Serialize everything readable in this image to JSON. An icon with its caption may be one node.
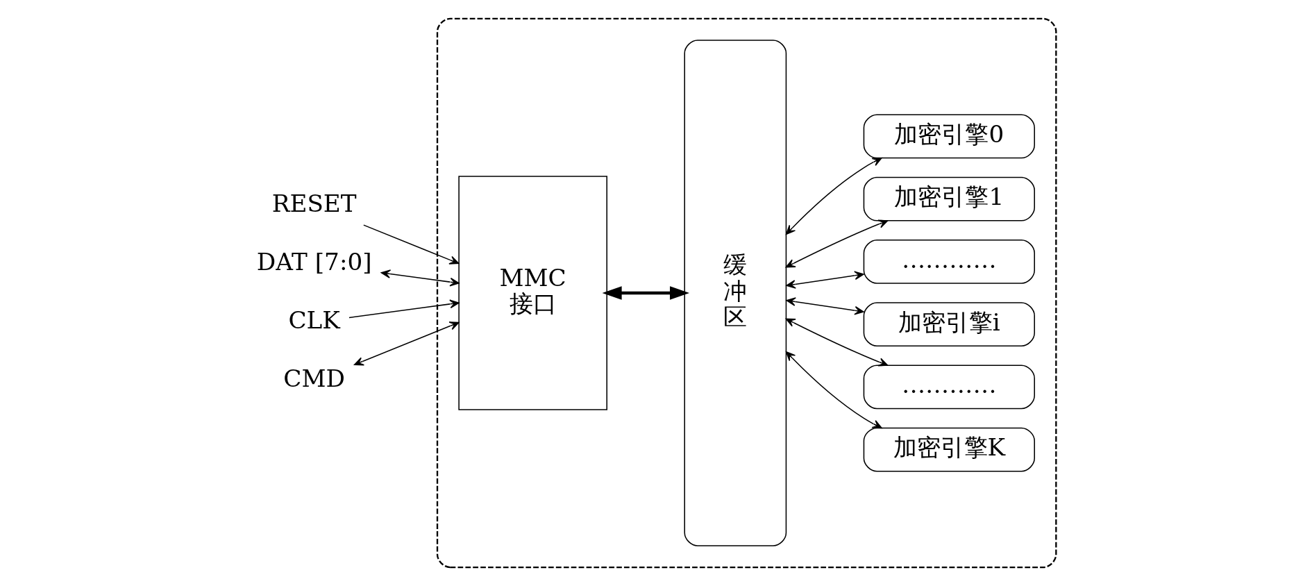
{
  "diagram": {
    "nodes": [
      {
        "text": [],
        "shape": "box"
      },
      {
        "text": [
          "RESET"
        ]
      },
      {
        "text": [
          "DAT [7:0]"
        ]
      },
      {
        "text": [
          "CLK"
        ]
      },
      {
        "text": [
          "CMD"
        ]
      },
      {
        "text": [
          "MMC 接口"
        ],
        "in": 0
      },
      {
        "text": [
          "缓冲区"
        ],
        "in": 0
      },
      {
        "text": [
          "加密引擎0"
        ],
        "in": 0
      },
      {
        "text": [
          "加密引擎1"
        ],
        "in": 0
      },
      {
        "text": [
          "…………"
        ],
        "in": 0
      },
      {
        "text": [
          "加密引擎i"
        ],
        "in": 0
      },
      {
        "text": [
          "…………"
        ],
        "in": 0
      },
      {
        "text": [
          "加密引擎K"
        ],
        "in": 0
      }
    ],
    "edges": [
      {
        "from": 1,
        "to": 5,
        "arrow": "to"
      },
      {
        "from": 2,
        "to": 5,
        "arrow": "both"
      },
      {
        "from": 3,
        "to": 5,
        "arrow": "to"
      },
      {
        "from": 4,
        "to": 5,
        "arrow": "both"
      },
      {
        "from": 5,
        "to": 6,
        "arrow": "both",
        "style": "thick"
      },
      {
        "from": 6,
        "to": 7,
        "arrow": "both"
      },
      {
        "from": 6,
        "to": 8,
        "arrow": "both"
      },
      {
        "from": 6,
        "to": 9,
        "arrow": "both"
      },
      {
        "from": 6,
        "to": 10,
        "arrow": "both"
      },
      {
        "from": 6,
        "to": 11,
        "arrow": "both"
      },
      {
        "from": 6,
        "to": 12,
        "arrow": "both"
      }
    ]
  }
}
